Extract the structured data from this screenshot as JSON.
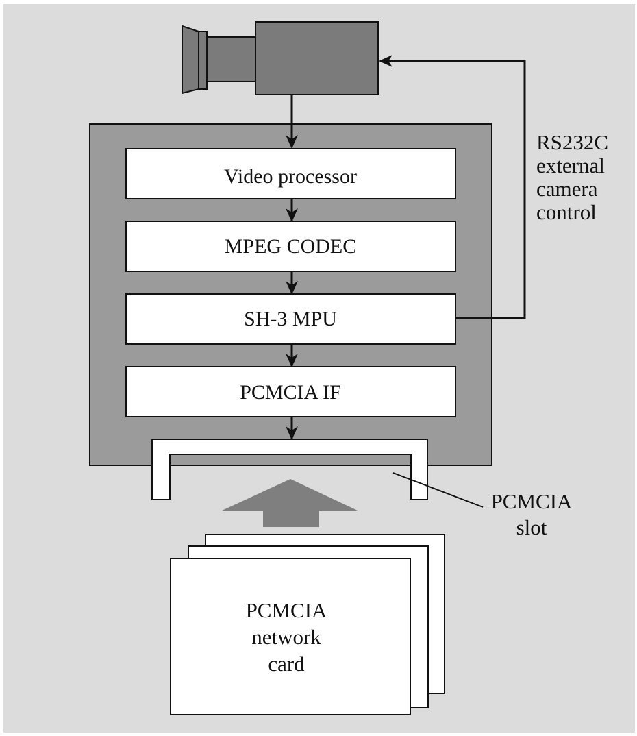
{
  "colors": {
    "background": "#dcdcdc",
    "device_body": "#9b9b9b",
    "camera": "#7b7b7b",
    "block_fill": "#ffffff",
    "insert_arrow": "#7f7f7f",
    "line": "#111111"
  },
  "blocks": [
    {
      "id": "video-processor",
      "label": "Video processor"
    },
    {
      "id": "mpeg-codec",
      "label": "MPEG CODEC"
    },
    {
      "id": "sh3-mpu",
      "label": "SH-3 MPU"
    },
    {
      "id": "pcmcia-if",
      "label": "PCMCIA IF"
    }
  ],
  "rs232": {
    "lines": [
      "RS232C",
      "external",
      "camera",
      "control"
    ]
  },
  "slot": {
    "lines": [
      "PCMCIA",
      "slot"
    ]
  },
  "card": {
    "lines": [
      "PCMCIA",
      "network",
      "card"
    ]
  }
}
